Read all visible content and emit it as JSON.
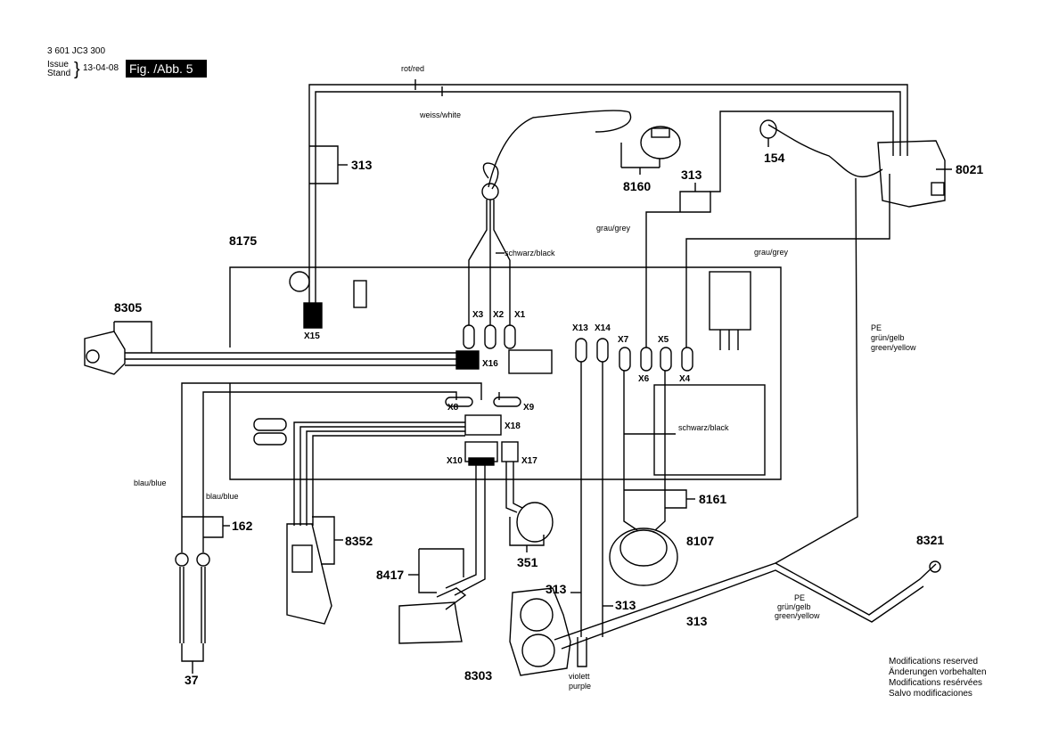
{
  "header": {
    "doc_number": "3 601 JC3 300",
    "issue_label": "Issue",
    "stand_label": "Stand",
    "date": "13-04-08",
    "figure_label": "Fig. /Abb. 5"
  },
  "parts": {
    "p313": "313",
    "p8175": "8175",
    "p8305": "8305",
    "p8160": "8160",
    "p154": "154",
    "p8021": "8021",
    "p8161": "8161",
    "p8107": "8107",
    "p8321": "8321",
    "p162": "162",
    "p8352": "8352",
    "p351": "351",
    "p8417": "8417",
    "p8303": "8303",
    "p37": "37"
  },
  "connectors": {
    "x1": "X1",
    "x2": "X2",
    "x3": "X3",
    "x4": "X4",
    "x5": "X5",
    "x6": "X6",
    "x7": "X7",
    "x8": "X8",
    "x9": "X9",
    "x10": "X10",
    "x13": "X13",
    "x14": "X14",
    "x15": "X15",
    "x16": "X16",
    "x17": "X17",
    "x18": "X18"
  },
  "wires": {
    "red": "rot/red",
    "white": "weiss/white",
    "black": "schwarz/black",
    "grey": "grau/grey",
    "blue": "blau/blue",
    "pe": "PE",
    "green_yellow_de": "grün/gelb",
    "green_yellow_en": "green/yellow",
    "violet": "violett",
    "purple": "purple"
  },
  "notes": [
    "Modifications reserved",
    "Änderungen vorbehalten",
    "Modifications resérvées",
    "Salvo modificaciones"
  ]
}
